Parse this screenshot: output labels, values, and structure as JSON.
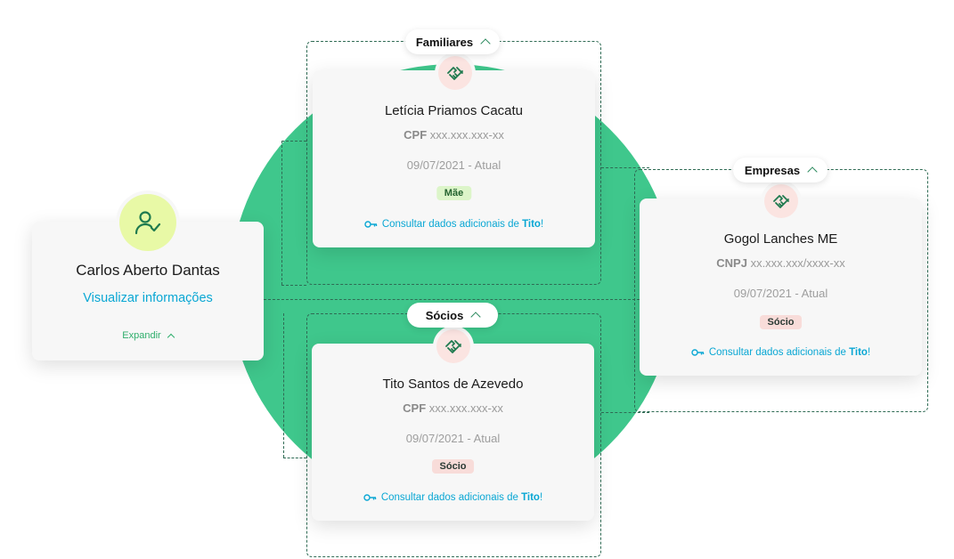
{
  "person": {
    "name": "Carlos Aberto Dantas",
    "view_link": "Visualizar informações",
    "expand_label": "Expandir"
  },
  "groups": {
    "familiares": {
      "label": "Familiares",
      "card": {
        "name": "Letícia Priamos Cacatu",
        "doc_type": "CPF",
        "doc_value": "xxx.xxx.xxx-xx",
        "date": "09/07/2021 - Atual",
        "tag": "Mãe",
        "link_prefix": "Consultar dados adicionais de",
        "link_name": "Tito",
        "link_suffix": "!"
      }
    },
    "socios": {
      "label": "Sócios",
      "card": {
        "name": "Tito Santos de Azevedo",
        "doc_type": "CPF",
        "doc_value": "xxx.xxx.xxx-xx",
        "date": "09/07/2021 - Atual",
        "tag": "Sócio",
        "link_prefix": "Consultar dados adicionais de",
        "link_name": "Tito",
        "link_suffix": "!"
      }
    },
    "empresas": {
      "label": "Empresas",
      "card": {
        "name": "Gogol Lanches ME",
        "doc_type": "CNPJ",
        "doc_value": "xx.xxx.xxx/xxxx-xx",
        "date": "09/07/2021 - Atual",
        "tag": "Sócio",
        "link_prefix": "Consultar dados adicionais de",
        "link_name": "Tito",
        "link_suffix": "!"
      }
    }
  },
  "colors": {
    "circle": "#3fc78c",
    "link": "#0aa7d4",
    "dash": "#2f6b54",
    "avatar_bg": "#e8f9a6"
  },
  "icons": {
    "avatar": "user-check-icon",
    "badge": "handshake-icon",
    "link": "key-icon",
    "group_toggle": "chevron-up-icon",
    "expand": "chevron-up-icon"
  }
}
